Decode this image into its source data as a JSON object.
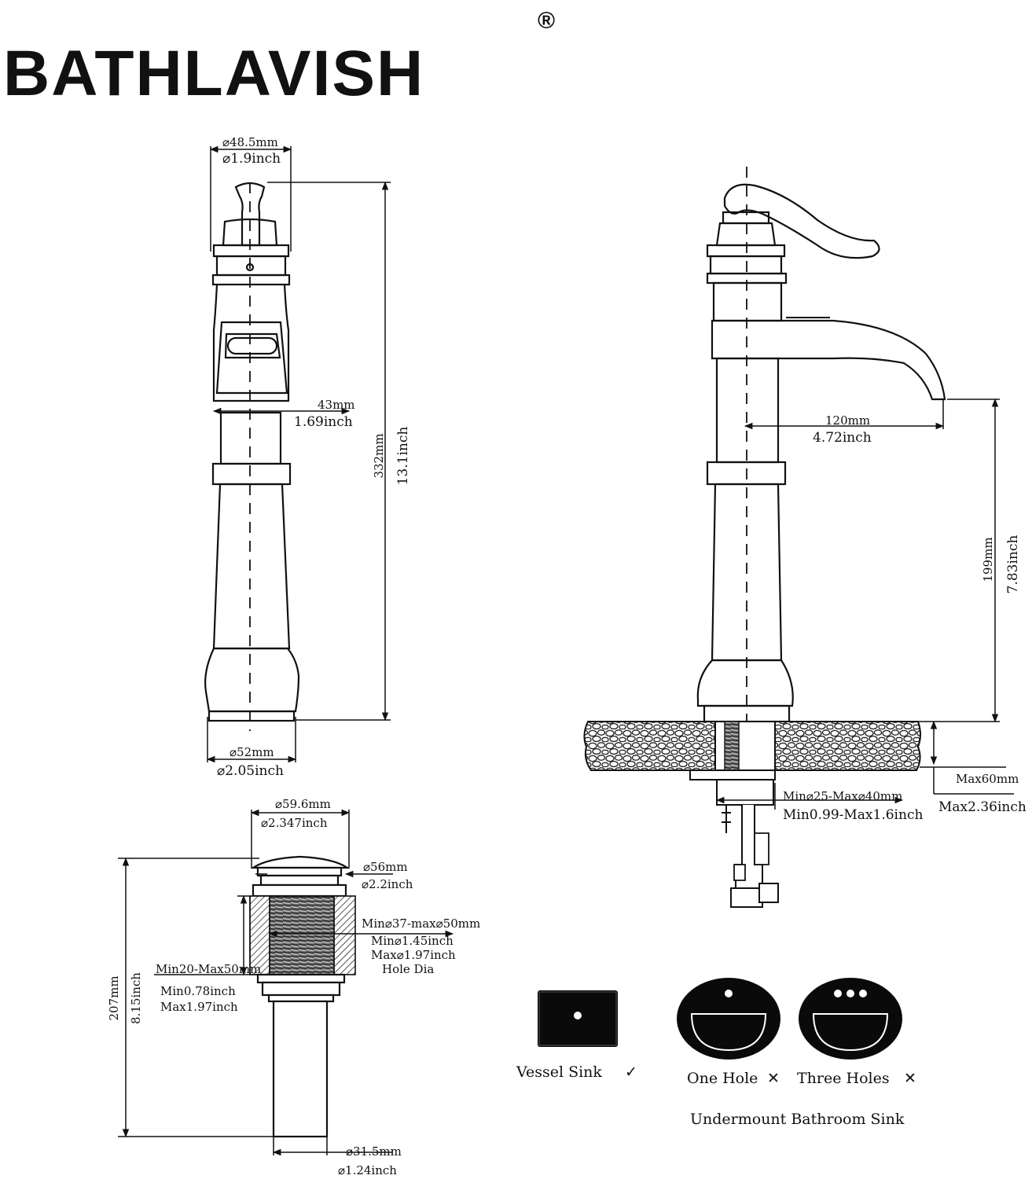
{
  "brand": {
    "name": "BATHLAVISH",
    "mark": "®"
  },
  "faucet_front": {
    "top_diameter_mm": "⌀48.5mm",
    "top_diameter_in": "⌀1.9inch",
    "handle_depth_mm": "43mm",
    "handle_depth_in": "1.69inch",
    "height_mm": "332mm",
    "height_in": "13.1inch",
    "base_diameter_mm": "⌀52mm",
    "base_diameter_in": "⌀2.05inch"
  },
  "faucet_side": {
    "reach_mm": "120mm",
    "reach_in": "4.72inch",
    "spout_height_mm": "199mm",
    "spout_height_in": "7.83inch",
    "deck_max_mm": "Max60mm",
    "deck_max_in": "Max2.36inch",
    "hole_range_mm": "Min⌀25-Max⌀40mm",
    "hole_range_in": "Min0.99-Max1.6inch"
  },
  "drain": {
    "cap_diameter_mm": "⌀59.6mm",
    "cap_diameter_in": "⌀2.347inch",
    "flange_diameter_mm": "⌀56mm",
    "flange_diameter_in": "⌀2.2inch",
    "hole_range_mm": "Min⌀37-max⌀50mm",
    "hole_min_in": "Min⌀1.45inch",
    "hole_max_in": "Max⌀1.97inch",
    "hole_note": "Hole Dia",
    "thickness_range_mm": "Min20-Max50mm",
    "thickness_min_in": "Min0.78inch",
    "thickness_max_in": "Max1.97inch",
    "height_mm": "207mm",
    "height_in": "8.15inch",
    "tail_diameter_mm": "⌀31.5mm",
    "tail_diameter_in": "⌀1.24inch"
  },
  "compatibility": {
    "vessel_label": "Vessel Sink",
    "vessel_mark": "✓",
    "one_hole_label": "One Hole",
    "one_hole_mark": "✕",
    "three_holes_label": "Three Holes",
    "three_holes_mark": "✕",
    "undermount_caption": "Undermount Bathroom Sink"
  }
}
